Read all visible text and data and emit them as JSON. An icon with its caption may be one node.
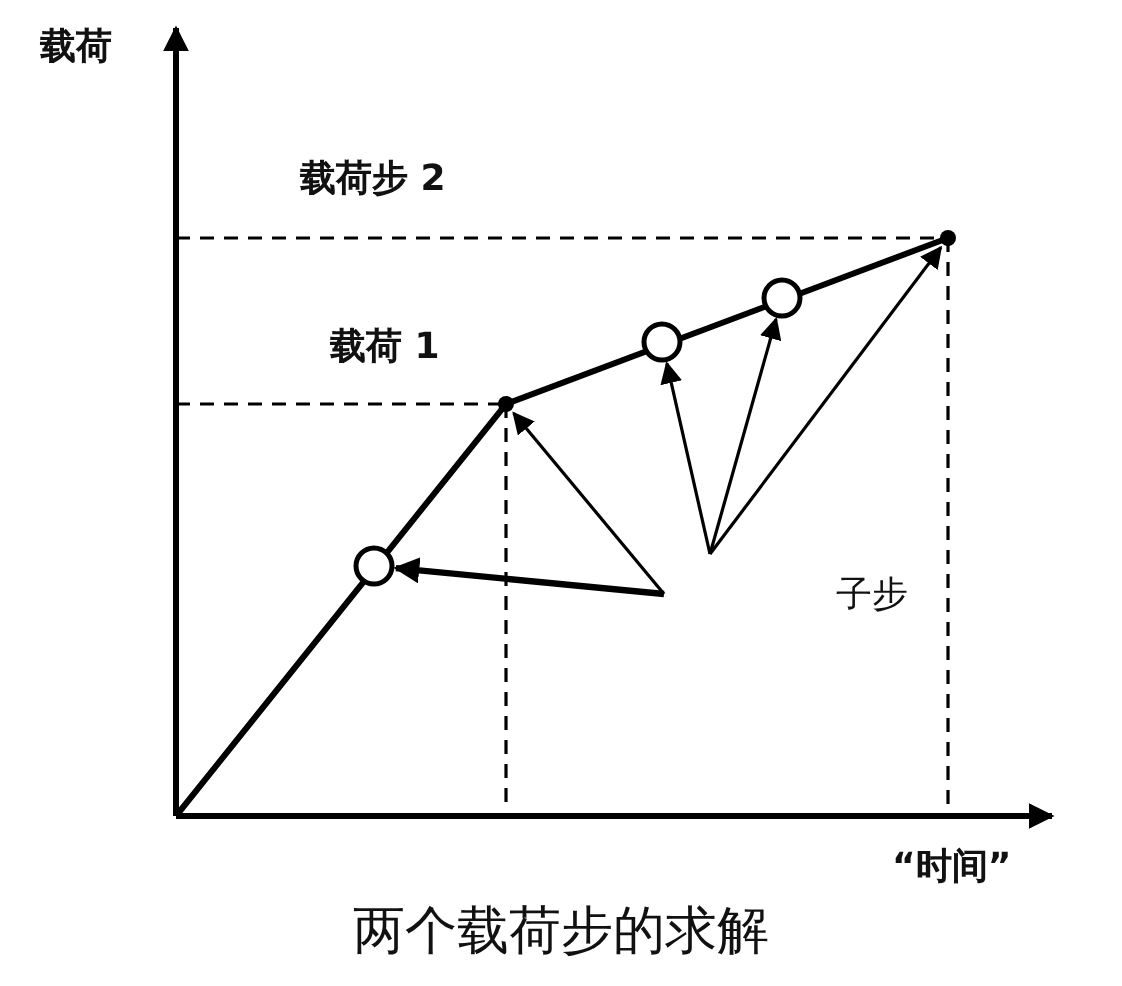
{
  "diagram": {
    "caption": "两个载荷步的求解",
    "nodes": [
      {
        "text": [],
        "shape": "circle"
      },
      {
        "text": [],
        "shape": "dot"
      },
      {
        "text": [],
        "shape": "circle"
      },
      {
        "text": [],
        "shape": "circle"
      },
      {
        "text": [],
        "shape": "dot"
      }
    ],
    "edges": [
      {
        "from": null,
        "to": 0,
        "arrow": "to",
        "style": "thick"
      },
      {
        "from": null,
        "to": 1,
        "arrow": "to"
      },
      {
        "from": null,
        "to": 2,
        "arrow": "to"
      },
      {
        "from": null,
        "to": 3,
        "arrow": "to"
      },
      {
        "from": null,
        "to": 4,
        "arrow": "to"
      }
    ],
    "labels": [
      "载荷",
      "载荷步 2",
      "载荷 1",
      "子步",
      "“时间”"
    ]
  }
}
